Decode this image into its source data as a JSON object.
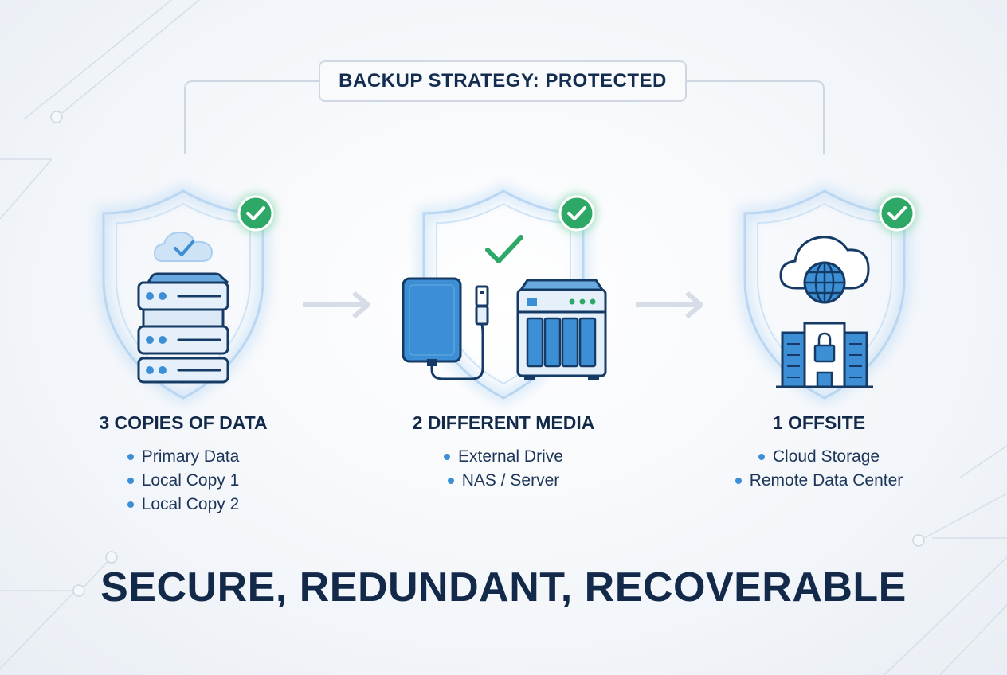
{
  "header": {
    "title": "BACKUP STRATEGY: PROTECTED"
  },
  "colors": {
    "navy": "#12294a",
    "accent_blue": "#3c8fd4",
    "check_green": "#2ea866",
    "light_blue": "#cfe3f6"
  },
  "columns": [
    {
      "heading": "3 COPIES OF DATA",
      "icon": "server-stack-icon",
      "items": [
        "Primary Data",
        "Local Copy 1",
        "Local Copy 2"
      ]
    },
    {
      "heading": "2 DIFFERENT MEDIA",
      "icon": "external-drive-and-nas-icon",
      "items": [
        "External Drive",
        "NAS / Server"
      ]
    },
    {
      "heading": "1 OFFSITE",
      "icon": "cloud-datacenter-icon",
      "items": [
        "Cloud Storage",
        "Remote Data Center"
      ]
    }
  ],
  "footer": {
    "tagline": "SECURE, REDUNDANT, RECOVERABLE"
  }
}
